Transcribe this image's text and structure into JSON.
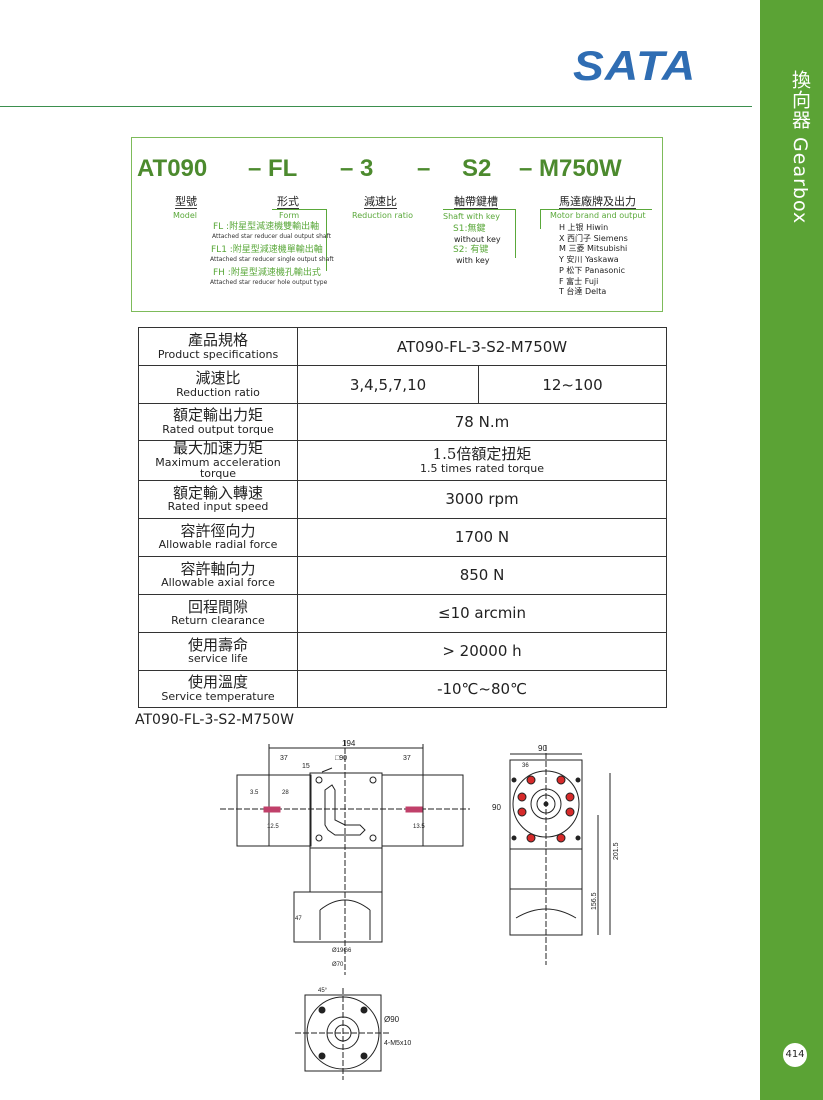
{
  "brand": {
    "logo": "SATA",
    "side_title": "換向器 Gearbox",
    "page_number": "414"
  },
  "code": {
    "parts": [
      "AT090",
      "– FL",
      "– 3",
      "–",
      "S2",
      "– M750W"
    ]
  },
  "legend": {
    "model": {
      "cn": "型號",
      "en": "Model"
    },
    "form": {
      "cn": "形式",
      "en": "Form",
      "options": [
        {
          "cn": "FL :附星型減速機雙輸出軸",
          "en": "Attached star reducer dual output shaft"
        },
        {
          "cn": "FL1 :附星型減速機單輸出軸",
          "en": "Attached star reducer single output shaft"
        },
        {
          "cn": "FH :附星型減速機孔輸出式",
          "en": "Attached star reducer hole output type"
        }
      ]
    },
    "ratio": {
      "cn": "減速比",
      "en": "Reduction ratio"
    },
    "shaft": {
      "cn": "軸帶鍵槽",
      "en": "Shaft with key",
      "options": [
        {
          "cn": "S1:無鍵",
          "en": "without key"
        },
        {
          "cn": "S2: 有键",
          "en": "with key"
        }
      ]
    },
    "motor": {
      "cn": "馬達廠牌及出力",
      "en": "Motor brand and output",
      "brands": [
        "H 上银  Hiwin",
        "X 西门子  Siemens",
        "M 三菱 Mitsubishi",
        "Y 安川 Yaskawa",
        "P 松下 Panasonic",
        "F 富士 Fuji",
        "T 台達 Delta"
      ]
    }
  },
  "specs": [
    {
      "cn": "產品規格",
      "en": "Product specifications",
      "value": "AT090-FL-3-S2-M750W"
    },
    {
      "cn": "減速比",
      "en": "Reduction ratio",
      "values": [
        "3,4,5,7,10",
        "12~100"
      ]
    },
    {
      "cn": "額定輸出力矩",
      "en": "Rated output torque",
      "value": "78 N.m"
    },
    {
      "cn": "最大加速力矩",
      "en": "Maximum acceleration torque",
      "value": "1.5倍額定扭矩",
      "sub": "1.5 times rated torque"
    },
    {
      "cn": "額定輸入轉速",
      "en": "Rated input speed",
      "value": "3000 rpm"
    },
    {
      "cn": "容許徑向力",
      "en": "Allowable radial force",
      "value": "1700 N"
    },
    {
      "cn": "容許軸向力",
      "en": "Allowable axial force",
      "value": "850 N"
    },
    {
      "cn": "回程間隙",
      "en": "Return clearance",
      "value": "≤10 arcmin"
    },
    {
      "cn": "使用壽命",
      "en": "service life",
      "value": "> 20000 h"
    },
    {
      "cn": "使用溫度",
      "en": "Service temperature",
      "value": "-10℃~80℃"
    }
  ],
  "drawing": {
    "title": "AT090-FL-3-S2-M750W",
    "dims": {
      "total": "194",
      "left": "37",
      "right": "37",
      "gap": "15",
      "body": "□90",
      "key": "28",
      "d35": "3.5",
      "k125": "12.5",
      "k135": "13.5",
      "shaft_d": "Ø19G6",
      "flange_d": "Ø70",
      "h47": "47",
      "front": "90",
      "front36": "36",
      "h1565": "156.5",
      "h2015": "201.5",
      "bottom_d": "Ø90",
      "bolts": "4-M5x10",
      "b45": "45°",
      "side90": "90"
    }
  }
}
